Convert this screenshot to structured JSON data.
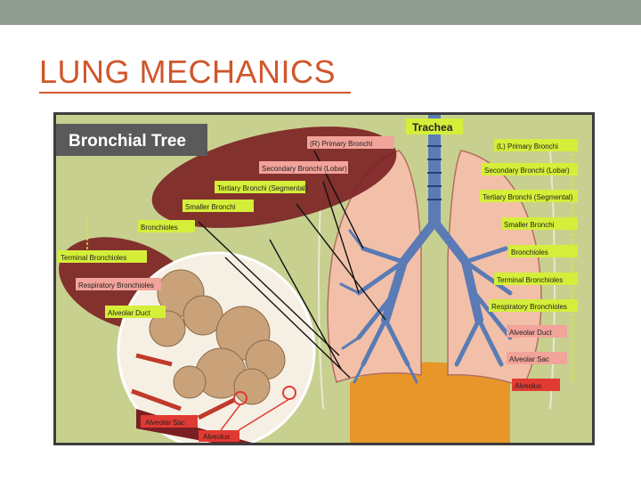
{
  "slide": {
    "title": "LUNG MECHANICS"
  },
  "figure": {
    "heading": "Bronchial Tree",
    "trachea": "Trachea",
    "left_labels": [
      "(R) Primary Bronchi",
      "Secondary Bronchi (Lobar)",
      "Tertiary Bronchi (Segmental)",
      "Smaller Bronchi",
      "Bronchioles",
      "Terminal Bronchioles",
      "Respiratory Bronchioles",
      "Alveolar Duct"
    ],
    "bottom_labels": [
      "Alveolar Sac",
      "Alveolus"
    ],
    "right_labels": [
      "(L) Primary Bronchi",
      "Secondary Bronchi (Lobar)",
      "Tertiary Bronchi (Segmental)",
      "Smaller Bronchi",
      "Bronchioles",
      "Terminal Bronchioles",
      "Respiratory Bronchioles",
      "Alveolar Duct",
      "Alveolar Sac",
      "Alveolus"
    ]
  },
  "colors": {
    "title": "#d0562c",
    "background": "#c8d090",
    "maroon": "#7a1f22",
    "label_green": "#d4ee3a",
    "label_pink": "#f2a39a",
    "label_red": "#e03a32",
    "lung": "#f2c0a8",
    "airway": "#5a7bb5",
    "diaphragm": "#e8962a"
  }
}
